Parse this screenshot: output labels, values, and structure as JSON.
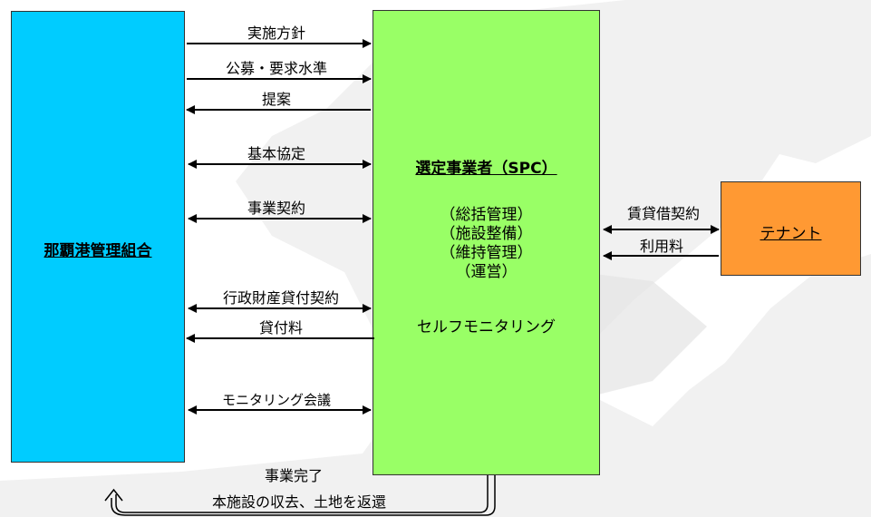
{
  "organizations": {
    "port_authority": "那覇港管理組合",
    "tenant": "テナント"
  },
  "spc": {
    "title": "選定事業者（SPC）",
    "roles": [
      "（総括管理）",
      "（施設整備）",
      "（維持管理）",
      "（運営）"
    ],
    "monitoring": "セルフモニタリング"
  },
  "flows": {
    "policy": "実施方針",
    "tender": "公募・要求水準",
    "proposal": "提案",
    "basic_agreement": "基本協定",
    "project_contract": "事業契約",
    "lease_contract": "行政財産貸付契約",
    "lease_fee": "貸付料",
    "monitoring_meeting": "モニタリング会議",
    "rental_contract": "賃貸借契約",
    "usage_fee": "利用料"
  },
  "completion": {
    "label": "事業完了",
    "return_label": "本施設の収去、土地を返還"
  },
  "colors": {
    "port_authority": "#00ccff",
    "spc": "#99ff66",
    "tenant": "#ff9933",
    "background_map": "#eeeeee"
  }
}
